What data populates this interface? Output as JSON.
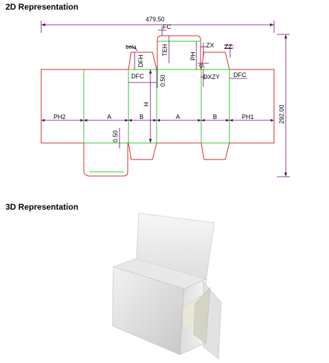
{
  "headings": {
    "two_d": "2D Representation",
    "three_d": "3D Representation"
  },
  "dimensions": {
    "overall_width": "479.50",
    "overall_height": "292.00"
  },
  "labels": {
    "ph2": "PH2",
    "a_left": "A",
    "b_left": "B",
    "a_right": "A",
    "b_right": "B",
    "ph1": "PH1",
    "h": "H",
    "dfc_left": "DFC",
    "dfc_right": "DFC",
    "dfh": "DFH",
    "teh": "TEH",
    "fc": "FC",
    "zx": "ZX",
    "ph": "PH",
    "dxzy": "DXZY",
    "zz": "ZZ",
    "beta": "beta",
    "gap_top": "0.50",
    "gap_bottom": "0.50",
    "cl": "CL"
  },
  "colors": {
    "cut_line": "#e02020",
    "fold_line": "#22cc22",
    "dimension_line": "#660066",
    "box_face": "#e4e4e4"
  }
}
